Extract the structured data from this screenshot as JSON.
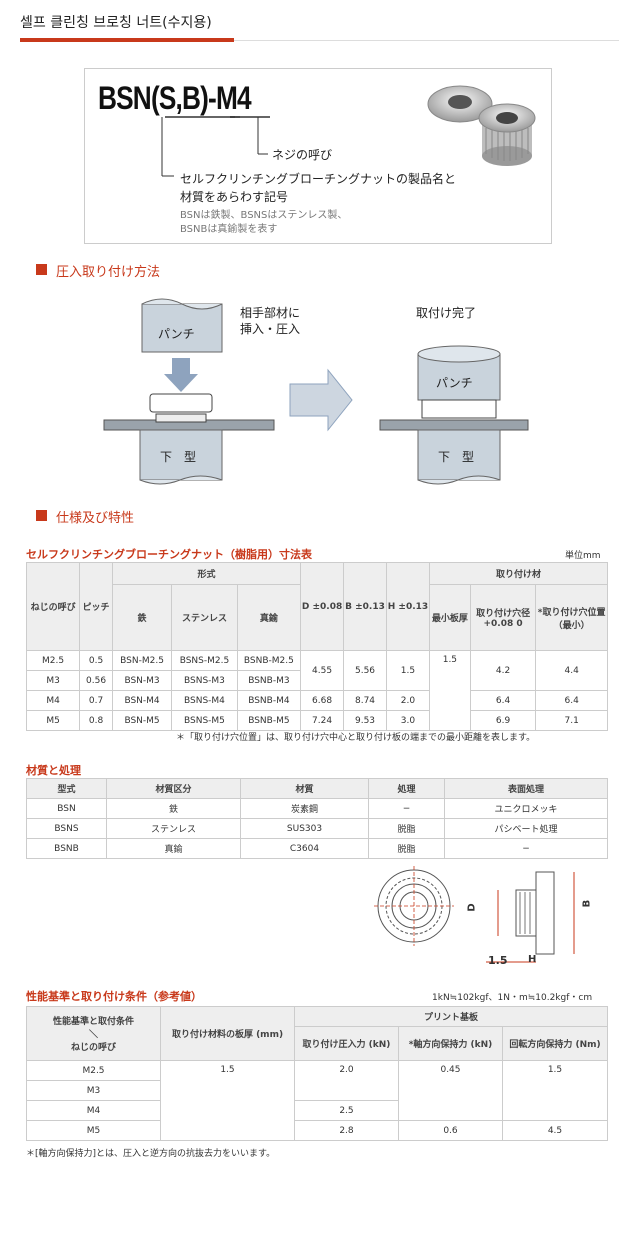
{
  "page": {
    "title": "셀프 클린칭 브로칭 너트(수지용)"
  },
  "part_number": {
    "code": "BSN(S,B)-M4",
    "thread_label": "ネジの呼び",
    "name_line1": "セルフクリンチングブローチングナットの製品名と",
    "name_line2": "材質をあらわす記号",
    "note_line1": "BSNは鉄製、BSNSはステンレス製、",
    "note_line2": "BSNBは真鍮製を表す"
  },
  "press_section": {
    "heading": "圧入取り付け方法",
    "punch": "パンチ",
    "insert_label_line1": "相手部材に",
    "insert_label_line2": "挿入・圧入",
    "complete_label": "取付け完了",
    "die": "下　型",
    "die2": "下　型",
    "punch2": "パンチ"
  },
  "spec_section": {
    "heading": "仕様及び特性"
  },
  "dim_table": {
    "title": "セルフクリンチングブローチングナット（樹脂用）寸法表",
    "unit": "単位mm",
    "h_thread": "ねじの呼び",
    "h_pitch": "ピッチ",
    "h_form": "形式",
    "h_iron": "鉄",
    "h_stainless": "ステンレス",
    "h_brass": "真鍮",
    "h_d": "D ±0.08",
    "h_b": "B ±0.13",
    "h_h": "H ±0.13",
    "h_mount": "取り付け材",
    "h_min_thick": "最小板厚",
    "h_hole": "取り付け穴径 +0.08 0",
    "h_pos": "*取り付け穴位置（最小）",
    "rows": [
      {
        "thread": "M2.5",
        "pitch": "0.5",
        "iron": "BSN-M2.5",
        "sus": "BSNS-M2.5",
        "brass": "BSNB-M2.5",
        "d": "4.55",
        "b": "5.56",
        "h": "1.5",
        "thick": "1.5",
        "hole": "4.2",
        "pos": "4.4"
      },
      {
        "thread": "M3",
        "pitch": "0.56",
        "iron": "BSN-M3",
        "sus": "BSNS-M3",
        "brass": "BSNB-M3",
        "d": "",
        "b": "",
        "h": "",
        "thick": "",
        "hole": "",
        "pos": ""
      },
      {
        "thread": "M4",
        "pitch": "0.7",
        "iron": "BSN-M4",
        "sus": "BSNS-M4",
        "brass": "BSNB-M4",
        "d": "6.68",
        "b": "8.74",
        "h": "2.0",
        "thick": "",
        "hole": "6.4",
        "pos": "6.4"
      },
      {
        "thread": "M5",
        "pitch": "0.8",
        "iron": "BSN-M5",
        "sus": "BSNS-M5",
        "brass": "BSNB-M5",
        "d": "7.24",
        "b": "9.53",
        "h": "3.0",
        "thick": "",
        "hole": "6.9",
        "pos": "7.1"
      }
    ],
    "footnote": "＊「取り付け穴位置」は、取り付け穴中心と取り付け板の端までの最小距離を表します。"
  },
  "mat_table": {
    "title": "材質と処理",
    "headers": [
      "型式",
      "材質区分",
      "材質",
      "処理",
      "表面処理"
    ],
    "rows": [
      [
        "BSN",
        "鉄",
        "炭素鋼",
        "−",
        "ユニクロメッキ"
      ],
      [
        "BSNS",
        "ステンレス",
        "SUS303",
        "脱脂",
        "パシベート処理"
      ],
      [
        "BSNB",
        "真鍮",
        "C3604",
        "脱脂",
        "−"
      ]
    ]
  },
  "dim_drawing": {
    "d": "D",
    "b": "B",
    "h": "H",
    "gap": "1.5"
  },
  "perf_table": {
    "title": "性能基準と取り付け条件（参考値）",
    "unit_note": "1kN≒102kgf、1N・m≒10.2kgf・cm",
    "h_cond_line1": "性能基準と取付条件",
    "h_cond_line2": "＼",
    "h_cond_line3": "ねじの呼び",
    "h_thick": "取り付け材料の板厚 (mm)",
    "h_pcb": "プリント基板",
    "h_force": "取り付け圧入力 (kN)",
    "h_axial": "*軸方向保持力 (kN)",
    "h_rot": "回転方向保持力 (Nm)",
    "rows": [
      {
        "thread": "M2.5",
        "thick": "1.5",
        "force": "2.0",
        "axial": "0.45",
        "rot": "1.5"
      },
      {
        "thread": "M3",
        "thick": "",
        "force": "",
        "axial": "",
        "rot": ""
      },
      {
        "thread": "M4",
        "thick": "",
        "force": "2.5",
        "axial": "",
        "rot": ""
      },
      {
        "thread": "M5",
        "thick": "",
        "force": "2.8",
        "axial": "0.6",
        "rot": "4.5"
      }
    ],
    "footnote": "＊[軸方向保持力]とは、圧入と逆方向の抗抜去力をいいます。"
  }
}
